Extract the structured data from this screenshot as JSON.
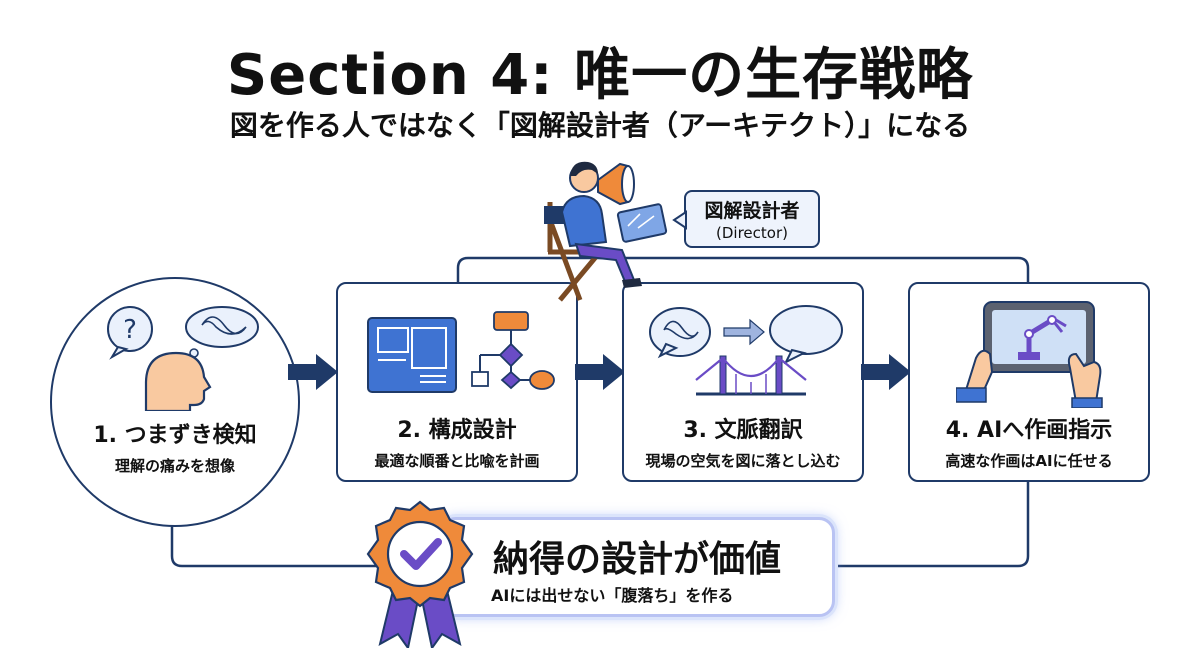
{
  "header": {
    "title": "Section 4: 唯一の生存戦略",
    "subtitle": "図を作る人ではなく「図解設計者（アーキテクト）」になる"
  },
  "director": {
    "label": "図解設計者",
    "sublabel": "(Director)"
  },
  "steps": [
    {
      "title": "1. つまずき検知",
      "subtitle": "理解の痛みを想像"
    },
    {
      "title": "2. 構成設計",
      "subtitle": "最適な順番と比喩を計画"
    },
    {
      "title": "3. 文脈翻訳",
      "subtitle": "現場の空気を図に落とし込む"
    },
    {
      "title": "4. AIへ作画指示",
      "subtitle": "高速な作画はAIに任せる"
    }
  ],
  "value": {
    "title": "納得の設計が価値",
    "subtitle": "AIには出せない「腹落ち」を作る"
  },
  "colors": {
    "navy": "#1f3a68",
    "accent_blue": "#3f73d2",
    "orange": "#ef8a3a",
    "purple": "#6a4cc6"
  }
}
